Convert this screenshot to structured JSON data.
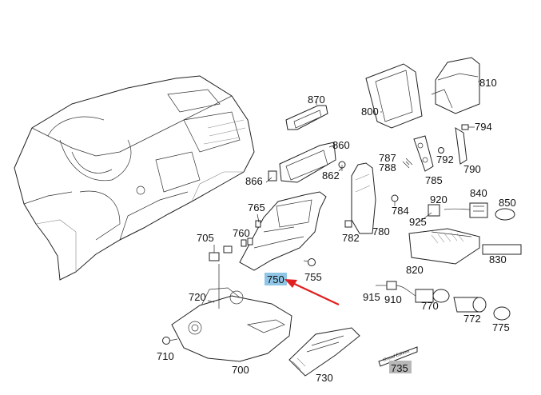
{
  "parts": {
    "p870": "870",
    "p860": "860",
    "p866": "866",
    "p862": "862",
    "p800": "800",
    "p810": "810",
    "p794": "794",
    "p787": "787",
    "p788": "788",
    "p792": "792",
    "p785": "785",
    "p790": "790",
    "p765": "765",
    "p840": "840",
    "p850": "850",
    "p920": "920",
    "p784": "784",
    "p925": "925",
    "p705": "705",
    "p760": "760",
    "p782": "782",
    "p780": "780",
    "p830": "830",
    "p750": "750",
    "p755": "755",
    "p820": "820",
    "p720": "720",
    "p915": "915",
    "p910": "910",
    "p770": "770",
    "p772": "772",
    "p775": "775",
    "p710": "710",
    "p700": "700",
    "p730": "730",
    "p735": "735"
  },
  "highlights": {
    "p750_bg": "#8fc6e6",
    "p735_bg": "#b8b8b8",
    "arrow": "#e02020"
  },
  "badge_text": "Grand Edition"
}
